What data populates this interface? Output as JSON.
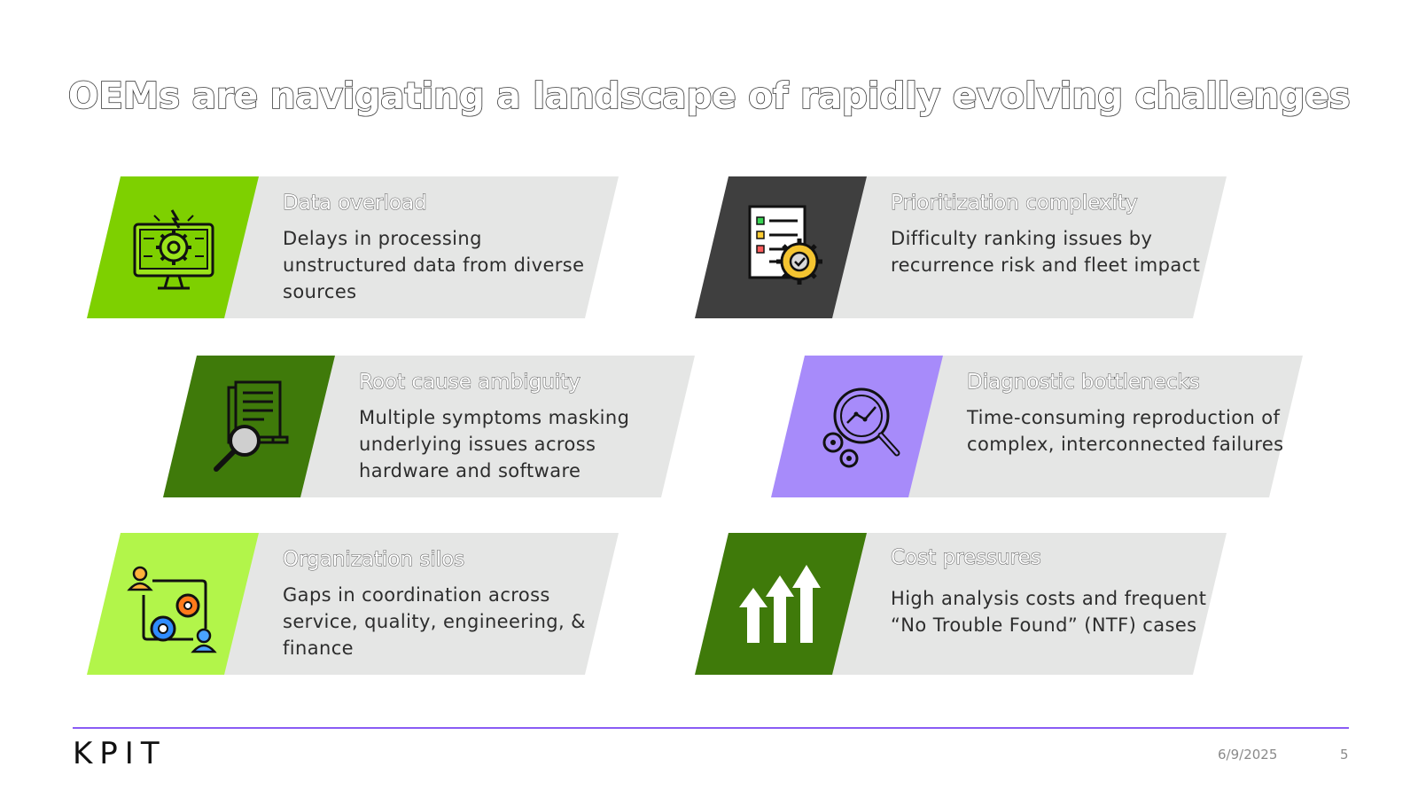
{
  "title": "OEMs are navigating a landscape of rapidly evolving challenges",
  "colors": {
    "card_bg": "#e5e6e5",
    "lime": "#7ed000",
    "dark_gray": "#3f3f3f",
    "dark_green": "#3f7a0a",
    "purple": "#a78bfa",
    "light_lime": "#b2f54a",
    "green": "#3f7a0a",
    "accent_line": "#8a5cf5"
  },
  "cards": [
    {
      "title": "Data overload",
      "body": "Delays in processing unstructured data from diverse sources",
      "icon": "monitor-gear-icon"
    },
    {
      "title": "Prioritization complexity",
      "body": "Difficulty ranking issues by recurrence risk and fleet impact",
      "icon": "checklist-gear-icon"
    },
    {
      "title": "Root cause ambiguity",
      "body": "Multiple symptoms masking underlying issues across hardware and software",
      "icon": "document-magnifier-icon"
    },
    {
      "title": "Diagnostic bottlenecks",
      "body": "Time-consuming reproduction of complex, interconnected failures",
      "icon": "analysis-magnifier-icon"
    },
    {
      "title": "Organization silos",
      "body": "Gaps in coordination across service, quality, engineering, & finance",
      "icon": "people-gears-icon"
    },
    {
      "title": "Cost pressures",
      "body": "High analysis costs and frequent “No Trouble Found” (NTF) cases",
      "icon": "up-arrows-icon"
    }
  ],
  "footer": {
    "logo": "KPIT",
    "date": "6/9/2025",
    "page": "5"
  }
}
